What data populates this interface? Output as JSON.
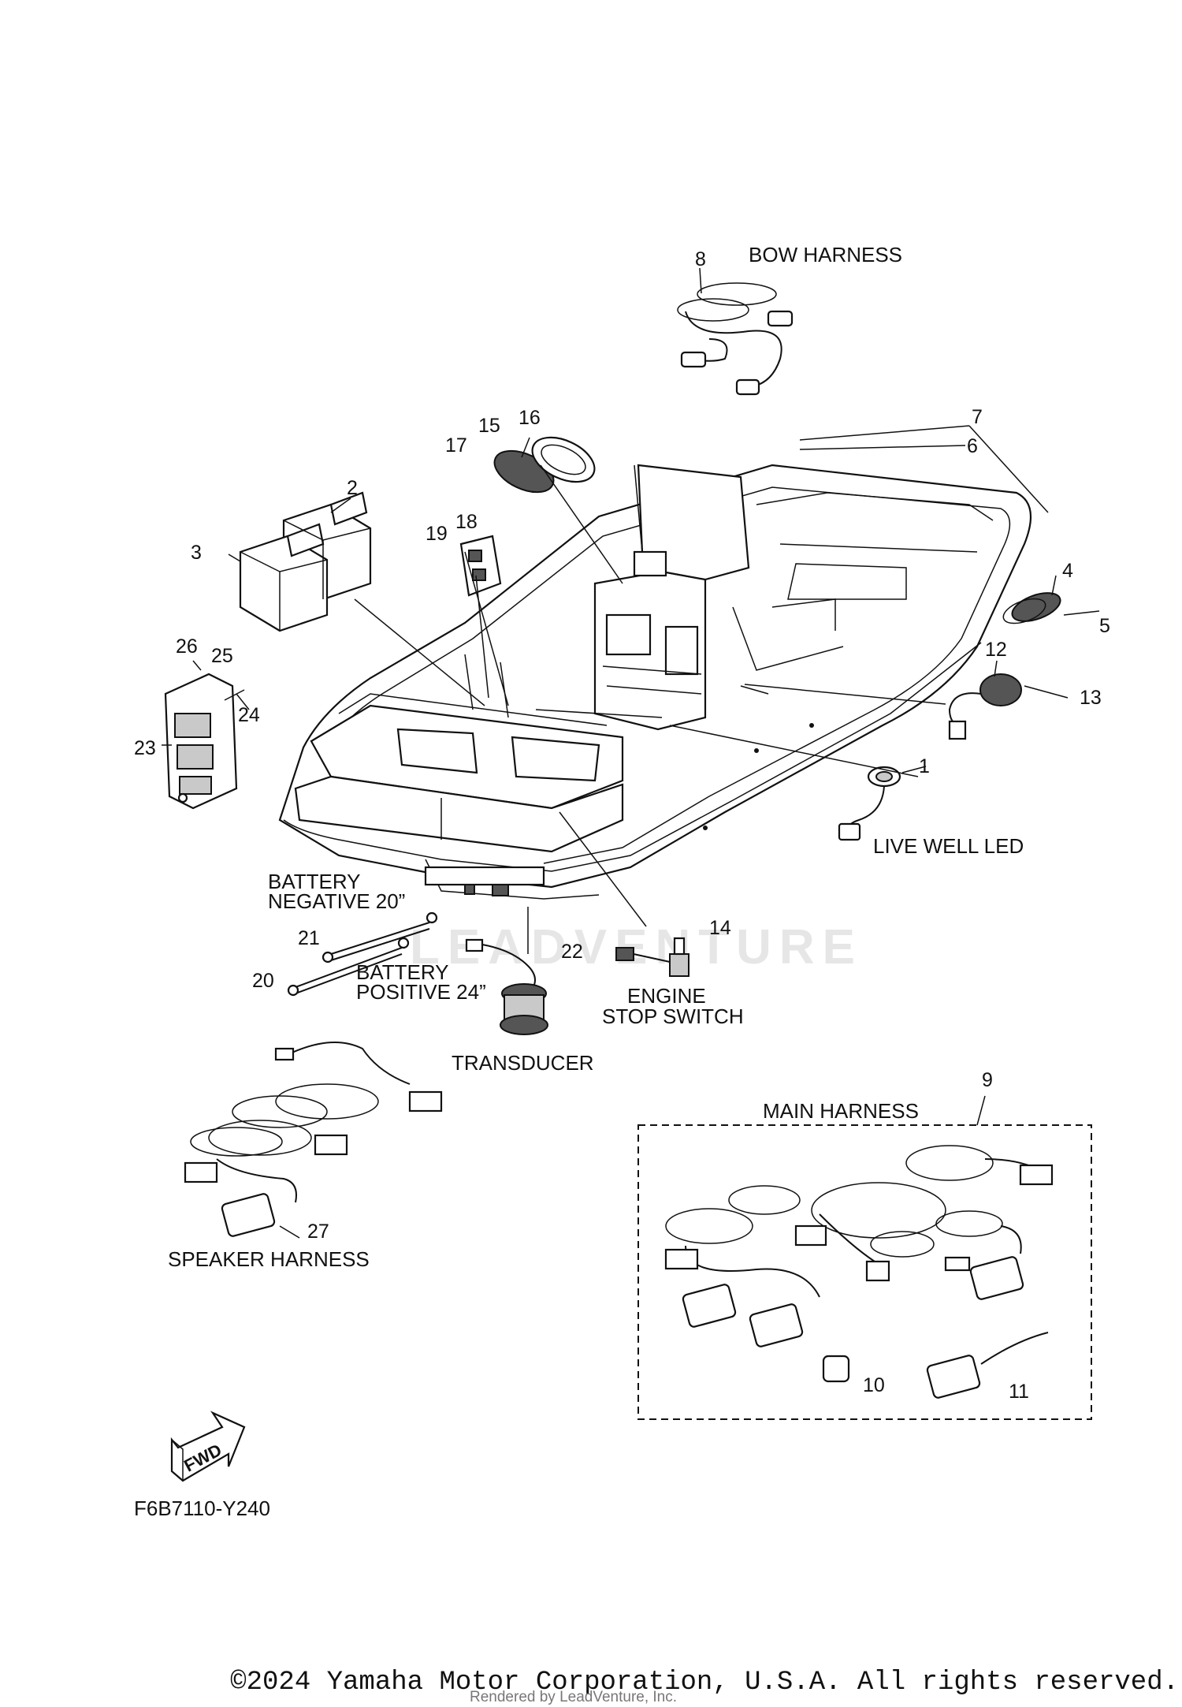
{
  "labels": {
    "bow_harness": "BOW HARNESS",
    "live_well_led": "LIVE WELL LED",
    "battery_negative_l1": "BATTERY",
    "battery_negative_l2": "NEGATIVE 20”",
    "battery_positive_l1": "BATTERY",
    "battery_positive_l2": "POSITIVE 24”",
    "engine_stop_l1": "ENGINE",
    "engine_stop_l2": "STOP SWITCH",
    "transducer": "TRANSDUCER",
    "main_harness": "MAIN HARNESS",
    "speaker_harness": "SPEAKER HARNESS",
    "fwd": "FWD",
    "diagram_code": "F6B7110-Y240"
  },
  "callouts": [
    "1",
    "2",
    "3",
    "4",
    "5",
    "6",
    "7",
    "8",
    "9",
    "10",
    "11",
    "12",
    "13",
    "14",
    "15",
    "16",
    "17",
    "18",
    "19",
    "20",
    "21",
    "22",
    "23",
    "24",
    "25",
    "26",
    "27"
  ],
  "watermark": "LEADVENTURE",
  "footer": {
    "copyright": "©2024 Yamaha Motor Corporation, U.S.A. All rights reserved.",
    "rendered_by": "Rendered by LeadVenture, Inc."
  }
}
